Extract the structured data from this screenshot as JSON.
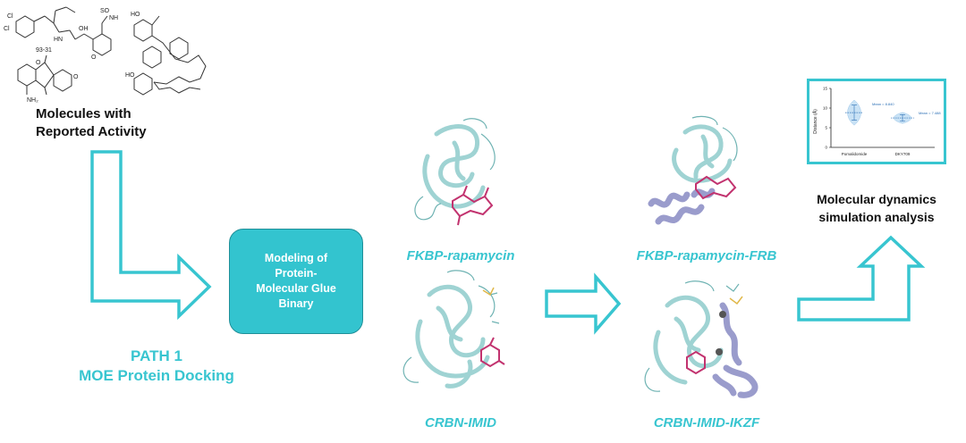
{
  "molecules": {
    "compound_label": "93-31",
    "caption_line1": "Molecules with",
    "caption_line2": "Reported Activity"
  },
  "path": {
    "line1": "PATH 1",
    "line2": "MOE Protein Docking"
  },
  "modeling_box": {
    "line1": "Modeling of",
    "line2": "Protein-",
    "line3": "Molecular Glue",
    "line4": "Binary"
  },
  "structures": {
    "fkbp_rapamycin": "FKBP-rapamycin",
    "crbn_imid": "CRBN-IMID",
    "fkbp_rapamycin_frb": "FKBP-rapamycin-FRB",
    "crbn_imid_ikzf": "CRBN-IMID-IKZF"
  },
  "md_chart": {
    "ylabel": "Distance (Å)",
    "yticks": [
      "15",
      "10",
      "5",
      "0"
    ],
    "categories": [
      "Pomalidomide",
      "DKY709"
    ],
    "mean_labels": [
      "Mean = 8.840",
      "Mean = 7.488"
    ]
  },
  "md_caption": {
    "line1": "Molecular dynamics",
    "line2": "simulation analysis"
  },
  "colors": {
    "accent": "#38c5d0",
    "box_fill": "#33c4cf",
    "protein_cyan": "#9fd3d3",
    "protein_purple": "#9a9ccc",
    "ligand_magenta": "#c2336f"
  },
  "chart_data": {
    "type": "violin",
    "categories": [
      "Pomalidomide",
      "DKY709"
    ],
    "series": [
      {
        "values": [
          8.84,
          7.488
        ]
      }
    ],
    "ylabel": "Distance (Å)",
    "ylim": [
      0,
      15
    ],
    "yticks": [
      0,
      5,
      10,
      15
    ]
  }
}
